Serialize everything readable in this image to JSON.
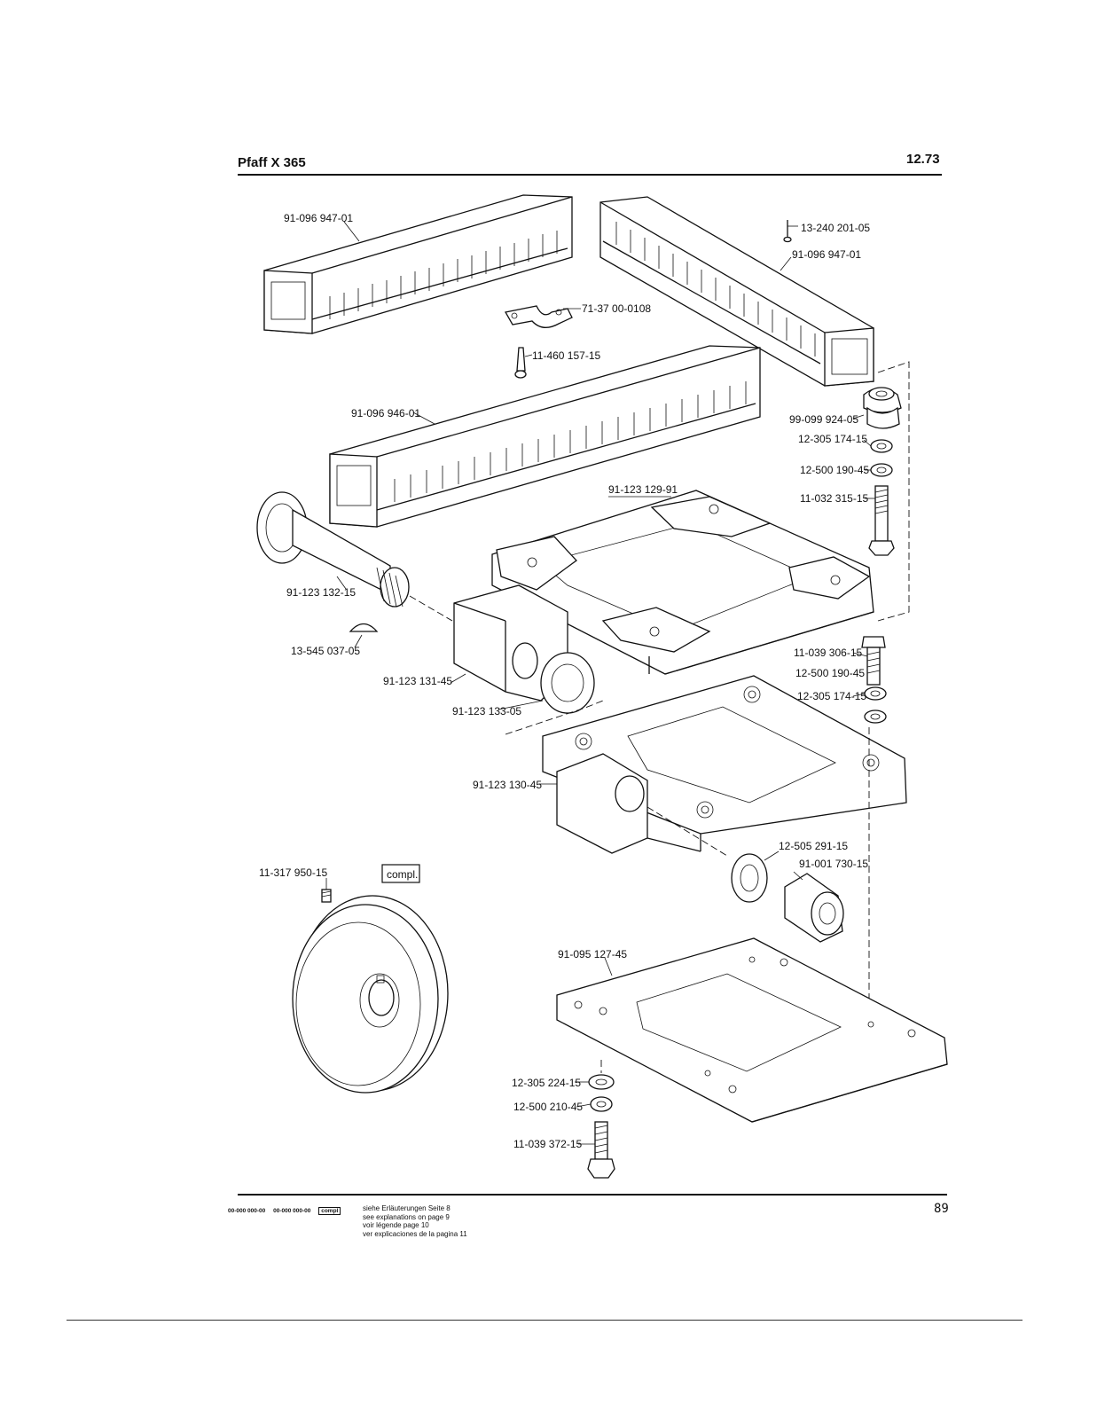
{
  "header": {
    "title": "Pfaff X 365",
    "date": "12.73"
  },
  "parts": {
    "p1": "91-096 947-01",
    "p2": "13-240 201-05",
    "p3": "91-096 947-01",
    "p4": "71-37 00-0108",
    "p5": "11-460 157-15",
    "p6": "91-096 946-01",
    "p7": "99-099 924-05",
    "p8": "12-305 174-15",
    "p9": "12-500 190-45",
    "p10": "11-032 315-15",
    "p11": "91-123 129-91",
    "p12": "91-123 132-15",
    "p13": "13-545 037-05",
    "p14": "91-123 131-45",
    "p15": "91-123 133-05",
    "p16": "11-039 306-15",
    "p17": "12-500 190-45",
    "p18": "12-305 174-15",
    "p19": "91-123 130-45",
    "p20": "11-317 950-15",
    "p21": "compl.",
    "p22": "12-505 291-15",
    "p23": "91-001 730-15",
    "p24": "91-095 127-45",
    "p25": "12-305 224-15",
    "p26": "12-500 210-45",
    "p27": "11-039 372-15"
  },
  "footer": {
    "code1": "00-000 000-00",
    "code2": "00-000 000-00",
    "box": "compl",
    "lines": [
      "siehe Erläuterungen Seite 8",
      "see explanations on page 9",
      "voir légende page 10",
      "ver explicaciones de la pagina 11"
    ],
    "page_number": "89"
  }
}
